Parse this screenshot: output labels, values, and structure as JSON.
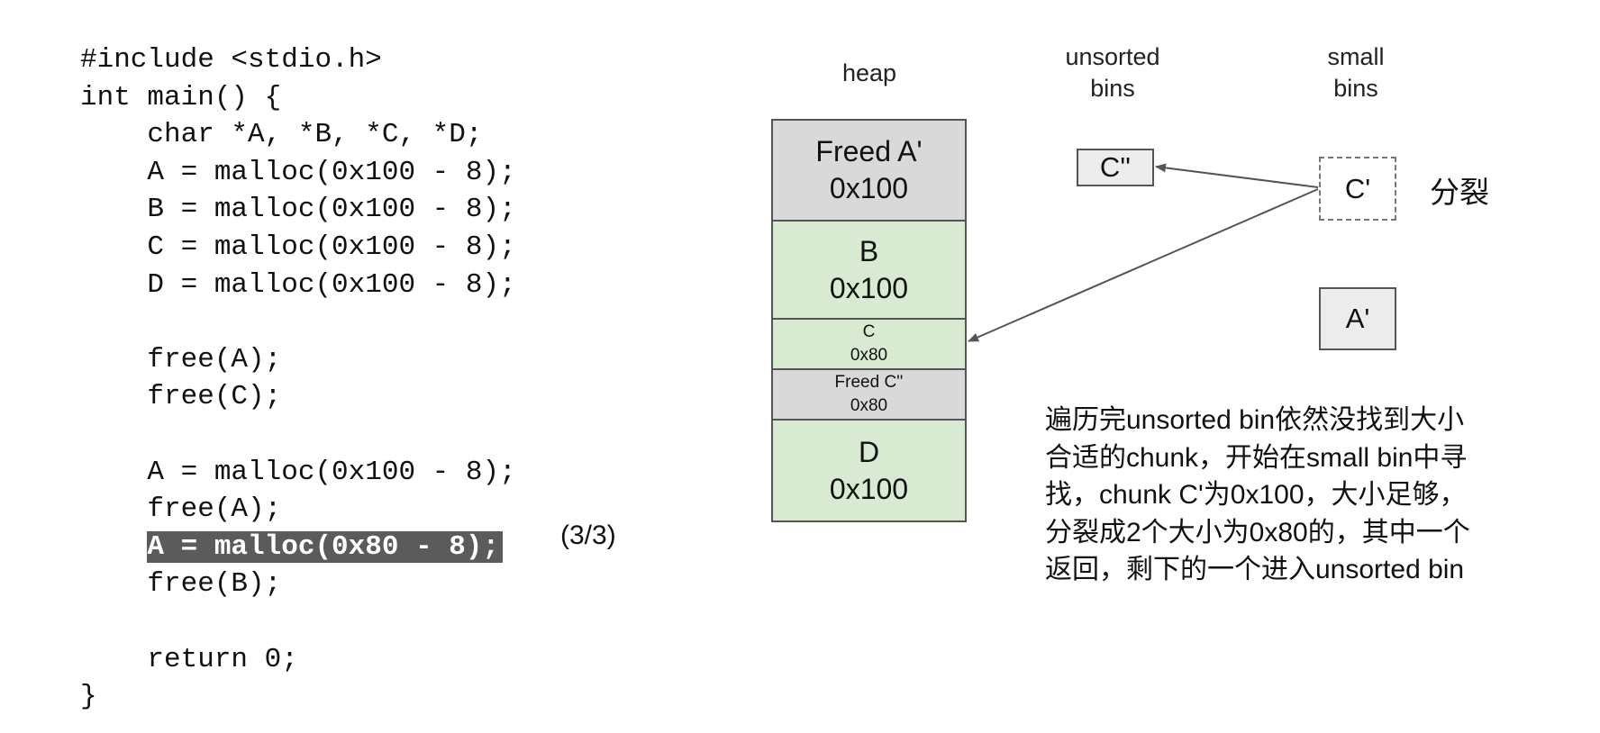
{
  "code": {
    "lines": [
      "#include <stdio.h>",
      "int main() {",
      "    char *A, *B, *C, *D;",
      "    A = malloc(0x100 - 8);",
      "    B = malloc(0x100 - 8);",
      "    C = malloc(0x100 - 8);",
      "    D = malloc(0x100 - 8);",
      "",
      "    free(A);",
      "    free(C);",
      "",
      "    A = malloc(0x100 - 8);",
      "    free(A);",
      "    ",
      "    free(B);",
      "",
      "    return 0;",
      "}"
    ],
    "highlighted_line": "A = malloc(0x80 - 8);"
  },
  "step_indicator": "(3/3)",
  "labels": {
    "heap": "heap",
    "unsorted_bins_1": "unsorted",
    "unsorted_bins_2": "bins",
    "small_bins_1": "small",
    "small_bins_2": "bins"
  },
  "heap_chunks": [
    {
      "name": "Freed A'",
      "size": "0x100",
      "state": "freed"
    },
    {
      "name": "B",
      "size": "0x100",
      "state": "used"
    },
    {
      "name": "C",
      "size": "0x80",
      "state": "used"
    },
    {
      "name": "Freed C''",
      "size": "0x80",
      "state": "freed"
    },
    {
      "name": "D",
      "size": "0x100",
      "state": "used"
    }
  ],
  "bins": {
    "unsorted_item": "C''",
    "small_items": [
      "C'",
      "A'"
    ]
  },
  "split_label": "分裂",
  "note_lines": [
    "遍历完unsorted bin依然没找到大小",
    "合适的chunk，开始在small bin中寻",
    "找，chunk C'为0x100，大小足够，",
    "分裂成2个大小为0x80的，其中一个",
    "返回，剩下的一个进入unsorted bin"
  ],
  "colors": {
    "freed": "#d9d9d9",
    "used": "#d9ead3",
    "highlight": "#5b5b5b"
  }
}
